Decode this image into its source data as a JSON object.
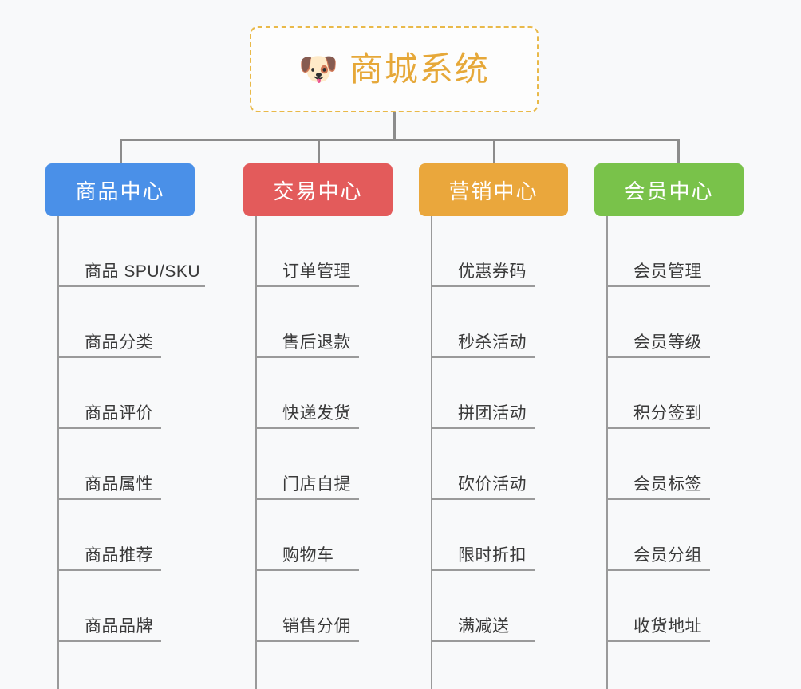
{
  "diagram": {
    "type": "organization-tree",
    "background_color": "#f8f9fa",
    "root": {
      "emoji": "🐶",
      "emoji_name": "dog-face-icon",
      "title": "商城系统",
      "text_color": "#e6a839",
      "border_color": "#e9b949",
      "border_style": "dashed"
    },
    "connector_color": "#8c8c8c",
    "leaf_text_color": "#3a3a3a",
    "leaf_rule_color": "#9a9a9a",
    "branches": [
      {
        "label": "商品中心",
        "color": "#4a90e8",
        "items": [
          "商品 SPU/SKU",
          "商品分类",
          "商品评价",
          "商品属性",
          "商品推荐",
          "商品品牌"
        ]
      },
      {
        "label": "交易中心",
        "color": "#e35b5b",
        "items": [
          "订单管理",
          "售后退款",
          "快递发货",
          "门店自提",
          "购物车",
          "销售分佣"
        ]
      },
      {
        "label": "营销中心",
        "color": "#eaa73c",
        "items": [
          "优惠券码",
          "秒杀活动",
          "拼团活动",
          "砍价活动",
          "限时折扣",
          "满减送"
        ]
      },
      {
        "label": "会员中心",
        "color": "#79c24a",
        "items": [
          "会员管理",
          "会员等级",
          "积分签到",
          "会员标签",
          "会员分组",
          "收货地址"
        ]
      }
    ]
  }
}
